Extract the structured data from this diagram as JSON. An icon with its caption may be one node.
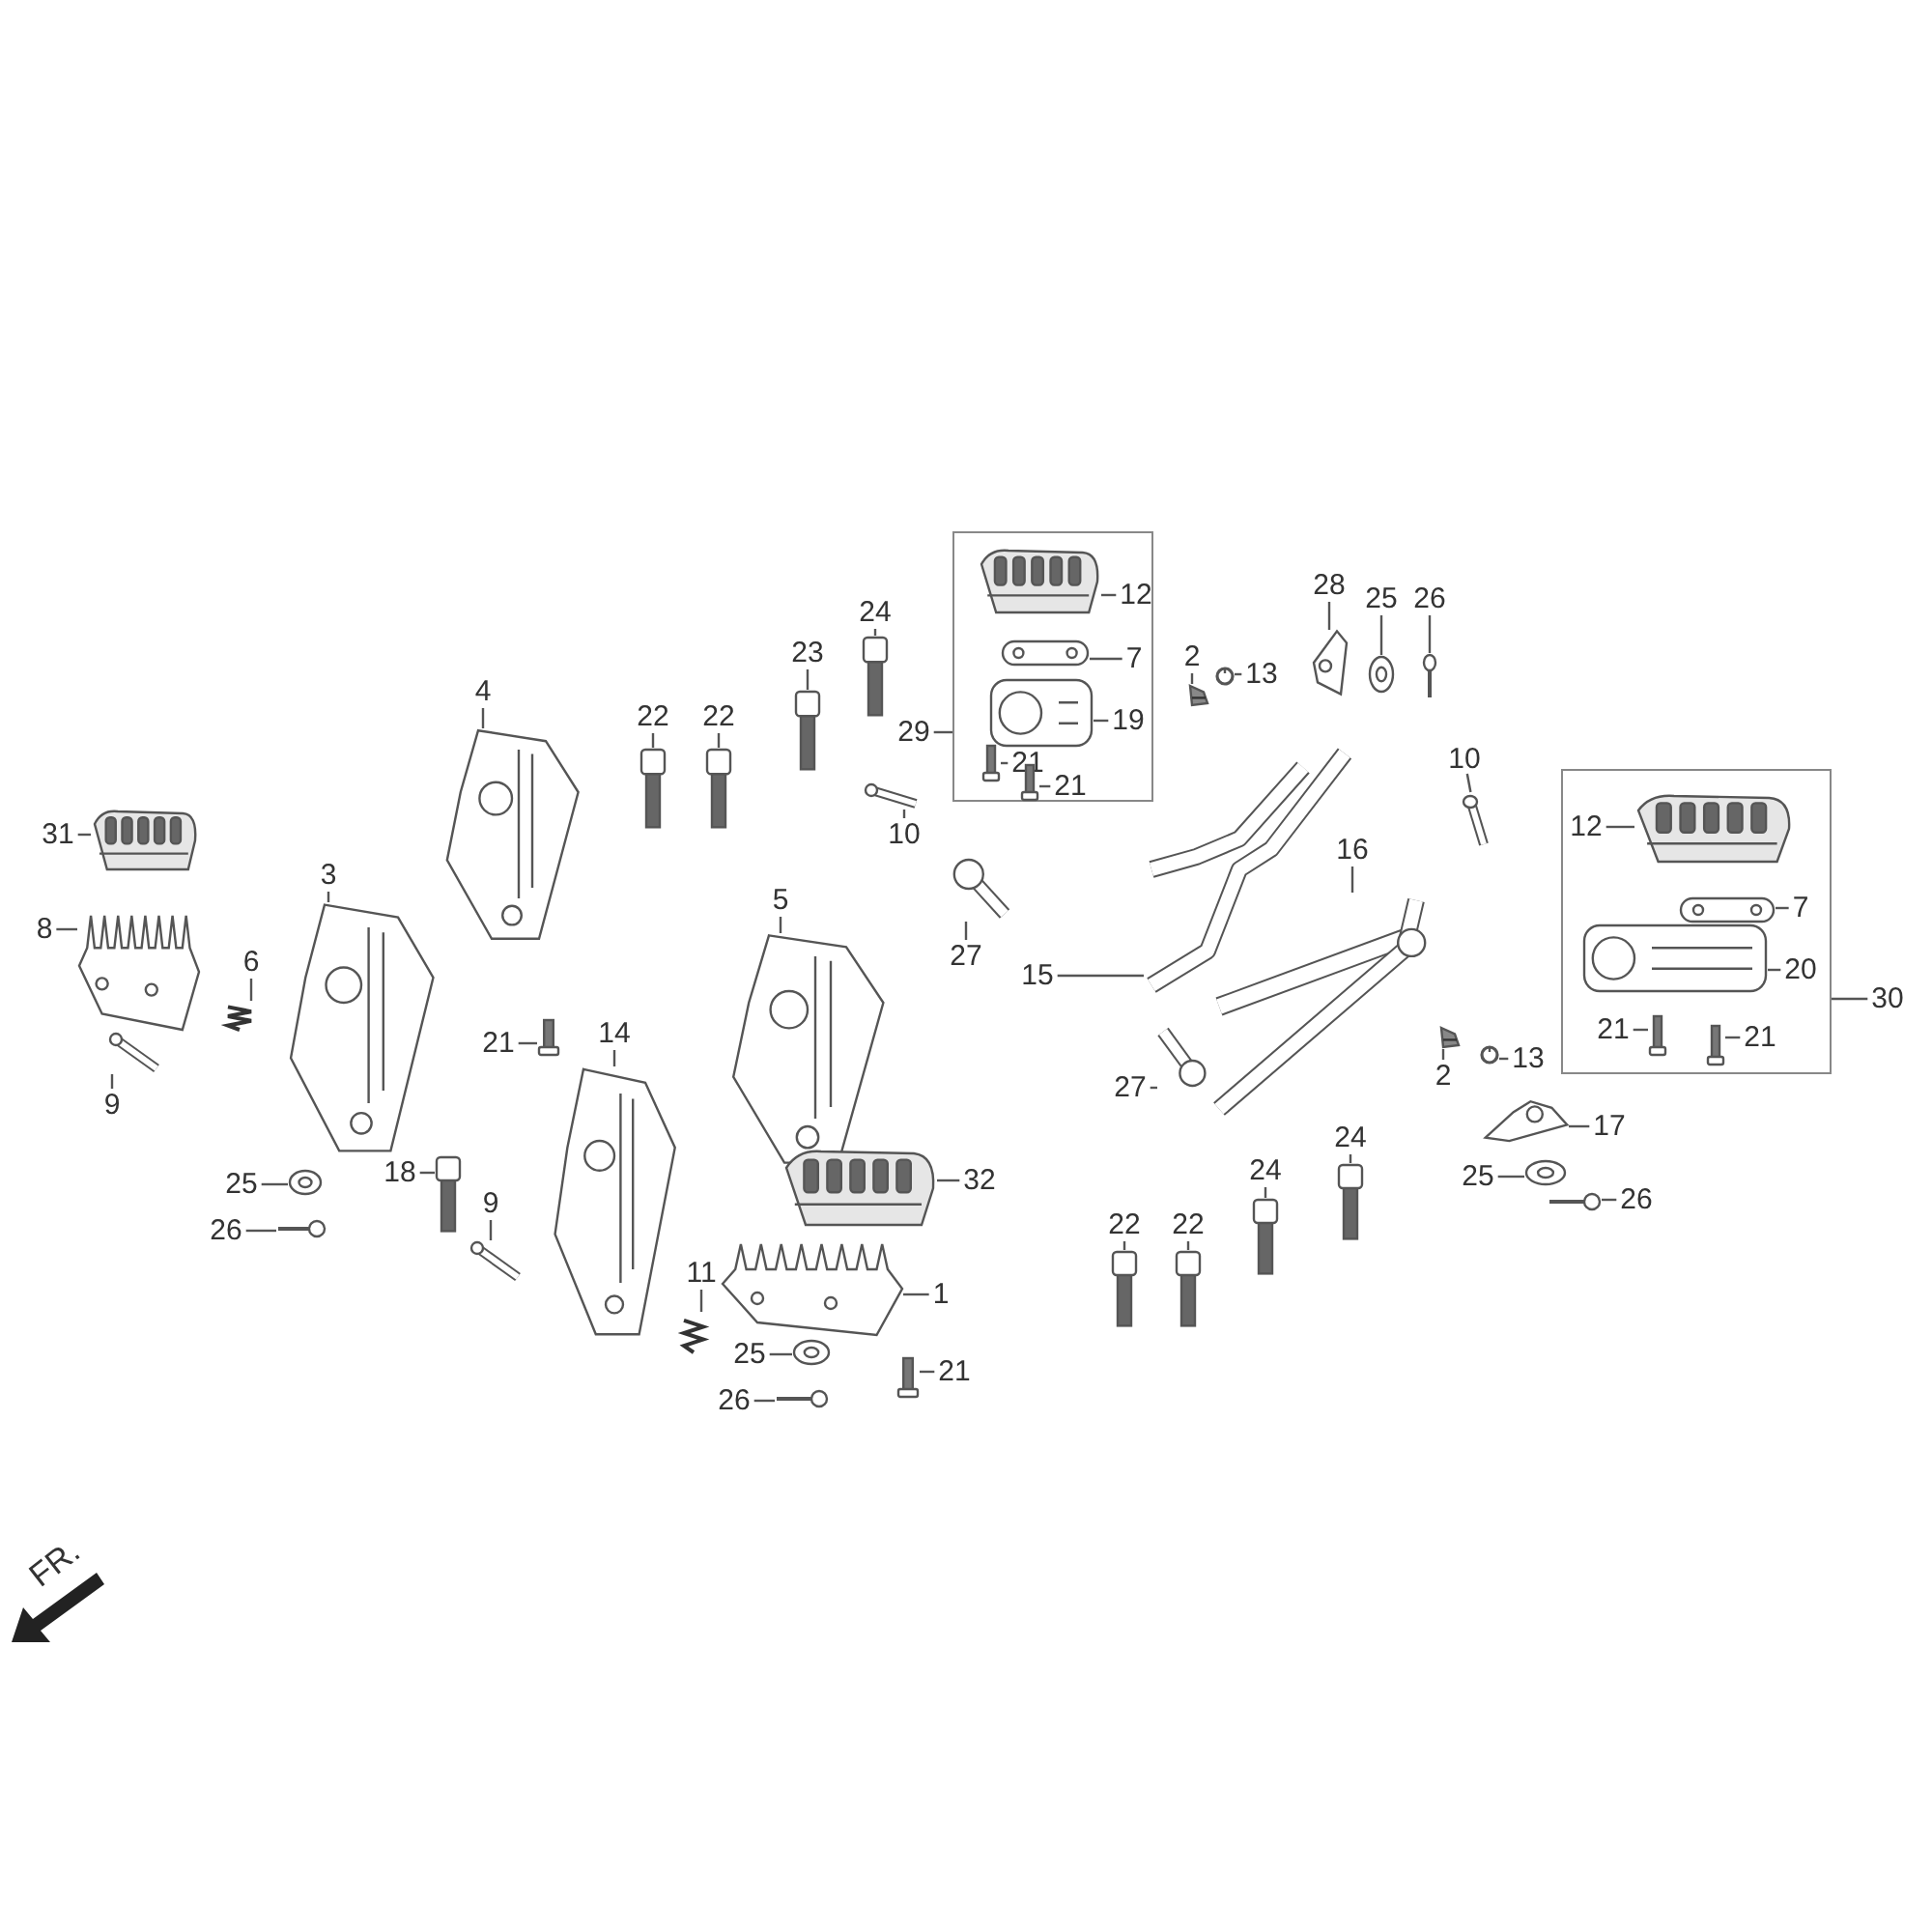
{
  "diagram": {
    "nodes": [
      {
        "text": [
          "31"
        ]
      },
      {
        "text": [],
        "shape": "picture"
      },
      {
        "text": [
          "8"
        ]
      },
      {
        "text": [],
        "shape": "picture"
      },
      {
        "text": [
          "9"
        ]
      },
      {
        "text": [],
        "shape": "picture"
      },
      {
        "text": [
          "6"
        ]
      },
      {
        "text": [],
        "shape": "picture"
      },
      {
        "text": [
          "3"
        ]
      },
      {
        "text": [],
        "shape": "picture"
      },
      {
        "text": [
          "4"
        ]
      },
      {
        "text": [],
        "shape": "picture"
      },
      {
        "text": [
          "25"
        ]
      },
      {
        "text": [],
        "shape": "picture"
      },
      {
        "text": [
          "26"
        ]
      },
      {
        "text": [],
        "shape": "picture"
      },
      {
        "text": [
          "22"
        ]
      },
      {
        "text": [],
        "shape": "picture"
      },
      {
        "text": [
          "22"
        ]
      },
      {
        "text": [],
        "shape": "picture"
      },
      {
        "text": [
          "23"
        ]
      },
      {
        "text": [],
        "shape": "picture"
      },
      {
        "text": [
          "24"
        ]
      },
      {
        "text": [],
        "shape": "picture"
      },
      {
        "text": [
          "21"
        ]
      },
      {
        "text": [],
        "shape": "picture"
      },
      {
        "text": [
          "14"
        ]
      },
      {
        "text": [],
        "shape": "picture"
      },
      {
        "text": [
          "18"
        ]
      },
      {
        "text": [],
        "shape": "picture"
      },
      {
        "text": [
          "9"
        ]
      },
      {
        "text": [],
        "shape": "picture"
      },
      {
        "text": [
          "11"
        ]
      },
      {
        "text": [],
        "shape": "picture"
      },
      {
        "text": [
          "5"
        ]
      },
      {
        "text": [],
        "shape": "picture"
      },
      {
        "text": [
          "32"
        ]
      },
      {
        "text": [],
        "shape": "picture"
      },
      {
        "text": [
          "1"
        ]
      },
      {
        "text": [],
        "shape": "picture"
      },
      {
        "text": [
          "25"
        ]
      },
      {
        "text": [],
        "shape": "picture"
      },
      {
        "text": [
          "26"
        ]
      },
      {
        "text": [],
        "shape": "picture"
      },
      {
        "text": [
          "21"
        ]
      },
      {
        "text": [],
        "shape": "picture"
      },
      {
        "text": [],
        "shape": "box"
      },
      {
        "text": [
          "29"
        ]
      },
      {
        "text": [
          "12"
        ],
        "in": 46
      },
      {
        "text": [],
        "shape": "picture",
        "in": 46
      },
      {
        "text": [
          "7"
        ],
        "in": 46
      },
      {
        "text": [],
        "shape": "picture",
        "in": 46
      },
      {
        "text": [
          "19"
        ],
        "in": 46
      },
      {
        "text": [],
        "shape": "picture",
        "in": 46
      },
      {
        "text": [
          "21"
        ],
        "in": 46
      },
      {
        "text": [],
        "shape": "picture",
        "in": 46
      },
      {
        "text": [
          "21"
        ],
        "in": 46
      },
      {
        "text": [],
        "shape": "picture",
        "in": 46
      },
      {
        "text": [
          "10"
        ]
      },
      {
        "text": [],
        "shape": "picture"
      },
      {
        "text": [
          "27"
        ]
      },
      {
        "text": [],
        "shape": "picture"
      },
      {
        "text": [
          "2"
        ]
      },
      {
        "text": [],
        "shape": "picture"
      },
      {
        "text": [
          "13"
        ]
      },
      {
        "text": [],
        "shape": "picture"
      },
      {
        "text": [
          "28"
        ]
      },
      {
        "text": [],
        "shape": "picture"
      },
      {
        "text": [
          "25"
        ]
      },
      {
        "text": [],
        "shape": "picture"
      },
      {
        "text": [
          "26"
        ]
      },
      {
        "text": [],
        "shape": "picture"
      },
      {
        "text": [
          "15"
        ]
      },
      {
        "text": [],
        "shape": "picture"
      },
      {
        "text": [
          "16"
        ]
      },
      {
        "text": [],
        "shape": "picture"
      },
      {
        "text": [
          "10"
        ]
      },
      {
        "text": [],
        "shape": "picture"
      },
      {
        "text": [],
        "shape": "box"
      },
      {
        "text": [
          "30"
        ]
      },
      {
        "text": [
          "12"
        ],
        "in": 78
      },
      {
        "text": [],
        "shape": "picture",
        "in": 78
      },
      {
        "text": [
          "7"
        ],
        "in": 78
      },
      {
        "text": [],
        "shape": "picture",
        "in": 78
      },
      {
        "text": [
          "20"
        ],
        "in": 78
      },
      {
        "text": [],
        "shape": "picture",
        "in": 78
      },
      {
        "text": [
          "21"
        ],
        "in": 78
      },
      {
        "text": [],
        "shape": "picture",
        "in": 78
      },
      {
        "text": [
          "21"
        ],
        "in": 78
      },
      {
        "text": [],
        "shape": "picture",
        "in": 78
      },
      {
        "text": [
          "27"
        ]
      },
      {
        "text": [],
        "shape": "picture"
      },
      {
        "text": [
          "2"
        ]
      },
      {
        "text": [],
        "shape": "picture"
      },
      {
        "text": [
          "13"
        ]
      },
      {
        "text": [],
        "shape": "picture"
      },
      {
        "text": [
          "17"
        ]
      },
      {
        "text": [],
        "shape": "picture"
      },
      {
        "text": [
          "25"
        ]
      },
      {
        "text": [],
        "shape": "picture"
      },
      {
        "text": [
          "26"
        ]
      },
      {
        "text": [],
        "shape": "picture"
      },
      {
        "text": [
          "24"
        ]
      },
      {
        "text": [],
        "shape": "picture"
      },
      {
        "text": [
          "24"
        ]
      },
      {
        "text": [],
        "shape": "picture"
      },
      {
        "text": [
          "22"
        ]
      },
      {
        "text": [],
        "shape": "picture"
      },
      {
        "text": [
          "22"
        ]
      },
      {
        "text": [],
        "shape": "picture"
      }
    ],
    "edges": [
      {
        "from": 0,
        "to": 1,
        "arrow": "none"
      },
      {
        "from": 2,
        "to": 3,
        "arrow": "none"
      },
      {
        "from": 4,
        "to": 5,
        "arrow": "none"
      },
      {
        "from": 6,
        "to": 7,
        "arrow": "none"
      },
      {
        "from": 8,
        "to": 9,
        "arrow": "none"
      },
      {
        "from": 10,
        "to": 11,
        "arrow": "none"
      },
      {
        "from": 12,
        "to": 13,
        "arrow": "none"
      },
      {
        "from": 14,
        "to": 15,
        "arrow": "none"
      },
      {
        "from": 16,
        "to": 17,
        "arrow": "none"
      },
      {
        "from": 18,
        "to": 19,
        "arrow": "none"
      },
      {
        "from": 20,
        "to": 21,
        "arrow": "none"
      },
      {
        "from": 22,
        "to": 23,
        "arrow": "none"
      },
      {
        "from": 24,
        "to": 25,
        "arrow": "none"
      },
      {
        "from": 26,
        "to": 27,
        "arrow": "none"
      },
      {
        "from": 28,
        "to": 29,
        "arrow": "none"
      },
      {
        "from": 30,
        "to": 31,
        "arrow": "none"
      },
      {
        "from": 32,
        "to": 33,
        "arrow": "none"
      },
      {
        "from": 34,
        "to": 35,
        "arrow": "none"
      },
      {
        "from": 36,
        "to": 37,
        "arrow": "none"
      },
      {
        "from": 38,
        "to": 39,
        "arrow": "none"
      },
      {
        "from": 40,
        "to": 41,
        "arrow": "none"
      },
      {
        "from": 42,
        "to": 43,
        "arrow": "none"
      },
      {
        "from": 44,
        "to": 45,
        "arrow": "none"
      },
      {
        "from": 47,
        "to": 46,
        "arrow": "none"
      },
      {
        "from": 48,
        "to": 49,
        "arrow": "none"
      },
      {
        "from": 50,
        "to": 51,
        "arrow": "none"
      },
      {
        "from": 52,
        "to": 53,
        "arrow": "none"
      },
      {
        "from": 54,
        "to": 55,
        "arrow": "none"
      },
      {
        "from": 56,
        "to": 57,
        "arrow": "none"
      },
      {
        "from": 58,
        "to": 59,
        "arrow": "none"
      },
      {
        "from": 60,
        "to": 61,
        "arrow": "none"
      },
      {
        "from": 62,
        "to": 63,
        "arrow": "none"
      },
      {
        "from": 64,
        "to": 65,
        "arrow": "none"
      },
      {
        "from": 66,
        "to": 67,
        "arrow": "none"
      },
      {
        "from": 68,
        "to": 69,
        "arrow": "none"
      },
      {
        "from": 70,
        "to": 71,
        "arrow": "none"
      },
      {
        "from": 72,
        "to": 73,
        "arrow": "none"
      },
      {
        "from": 74,
        "to": 75,
        "arrow": "none"
      },
      {
        "from": 76,
        "to": 77,
        "arrow": "none"
      },
      {
        "from": 79,
        "to": 78,
        "arrow": "none"
      },
      {
        "from": 80,
        "to": 81,
        "arrow": "none"
      },
      {
        "from": 82,
        "to": 83,
        "arrow": "none"
      },
      {
        "from": 84,
        "to": 85,
        "arrow": "none"
      },
      {
        "from": 86,
        "to": 87,
        "arrow": "none"
      },
      {
        "from": 88,
        "to": 89,
        "arrow": "none"
      },
      {
        "from": 90,
        "to": 91,
        "arrow": "none"
      },
      {
        "from": 92,
        "to": 93,
        "arrow": "none"
      },
      {
        "from": 94,
        "to": 95,
        "arrow": "none"
      },
      {
        "from": 96,
        "to": 97,
        "arrow": "none"
      },
      {
        "from": 98,
        "to": 99,
        "arrow": "none"
      },
      {
        "from": 100,
        "to": 101,
        "arrow": "none"
      },
      {
        "from": 102,
        "to": 103,
        "arrow": "none"
      },
      {
        "from": 104,
        "to": 105,
        "arrow": "none"
      },
      {
        "from": 106,
        "to": 107,
        "arrow": "none"
      },
      {
        "from": 108,
        "to": 109,
        "arrow": "none"
      }
    ],
    "labels": [
      "FR."
    ]
  }
}
